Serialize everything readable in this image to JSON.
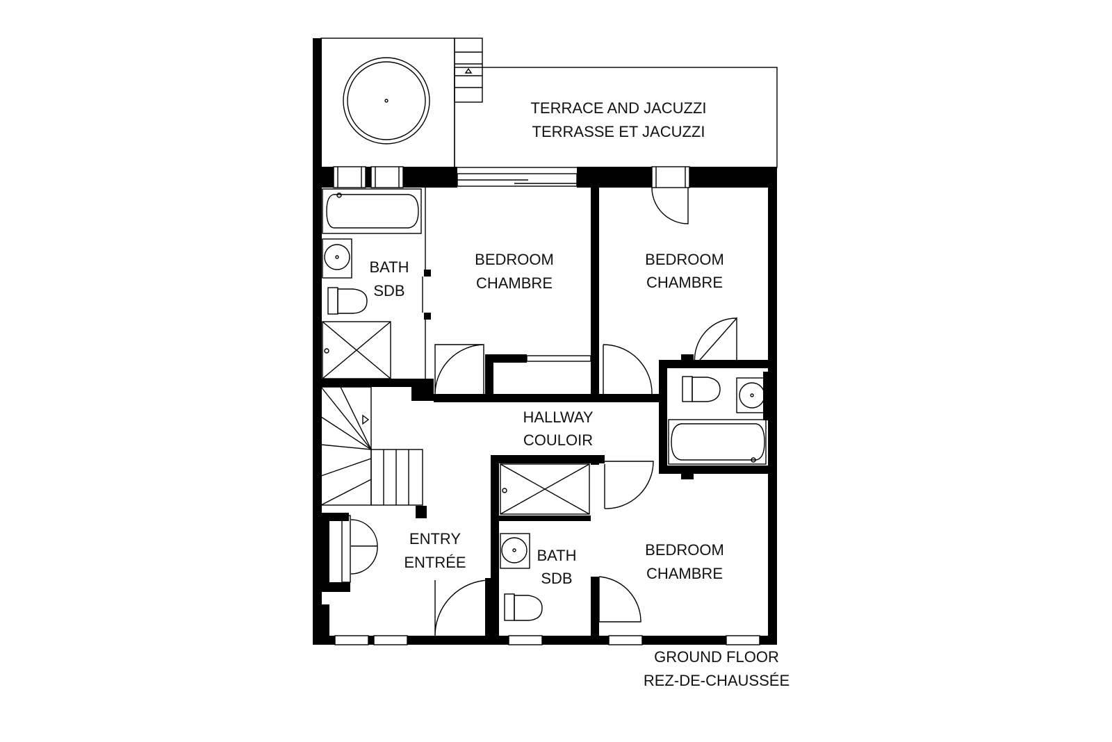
{
  "rooms": {
    "terrace": {
      "line1": "TERRACE AND JACUZZI",
      "line2": "TERRASSE ET JACUZZI"
    },
    "bath_top": {
      "line1": "BATH",
      "line2": "SDB"
    },
    "bedroom_1": {
      "line1": "BEDROOM",
      "line2": "CHAMBRE"
    },
    "bedroom_2": {
      "line1": "BEDROOM",
      "line2": "CHAMBRE"
    },
    "hallway": {
      "line1": "HALLWAY",
      "line2": "COULOIR"
    },
    "entry": {
      "line1": "ENTRY",
      "line2": "ENTRÉE"
    },
    "bath_bottom": {
      "line1": "BATH",
      "line2": "SDB"
    },
    "bedroom_3": {
      "line1": "BEDROOM",
      "line2": "CHAMBRE"
    }
  },
  "floor": {
    "line1": "GROUND FLOOR",
    "line2": "REZ-DE-CHAUSSÉE"
  }
}
